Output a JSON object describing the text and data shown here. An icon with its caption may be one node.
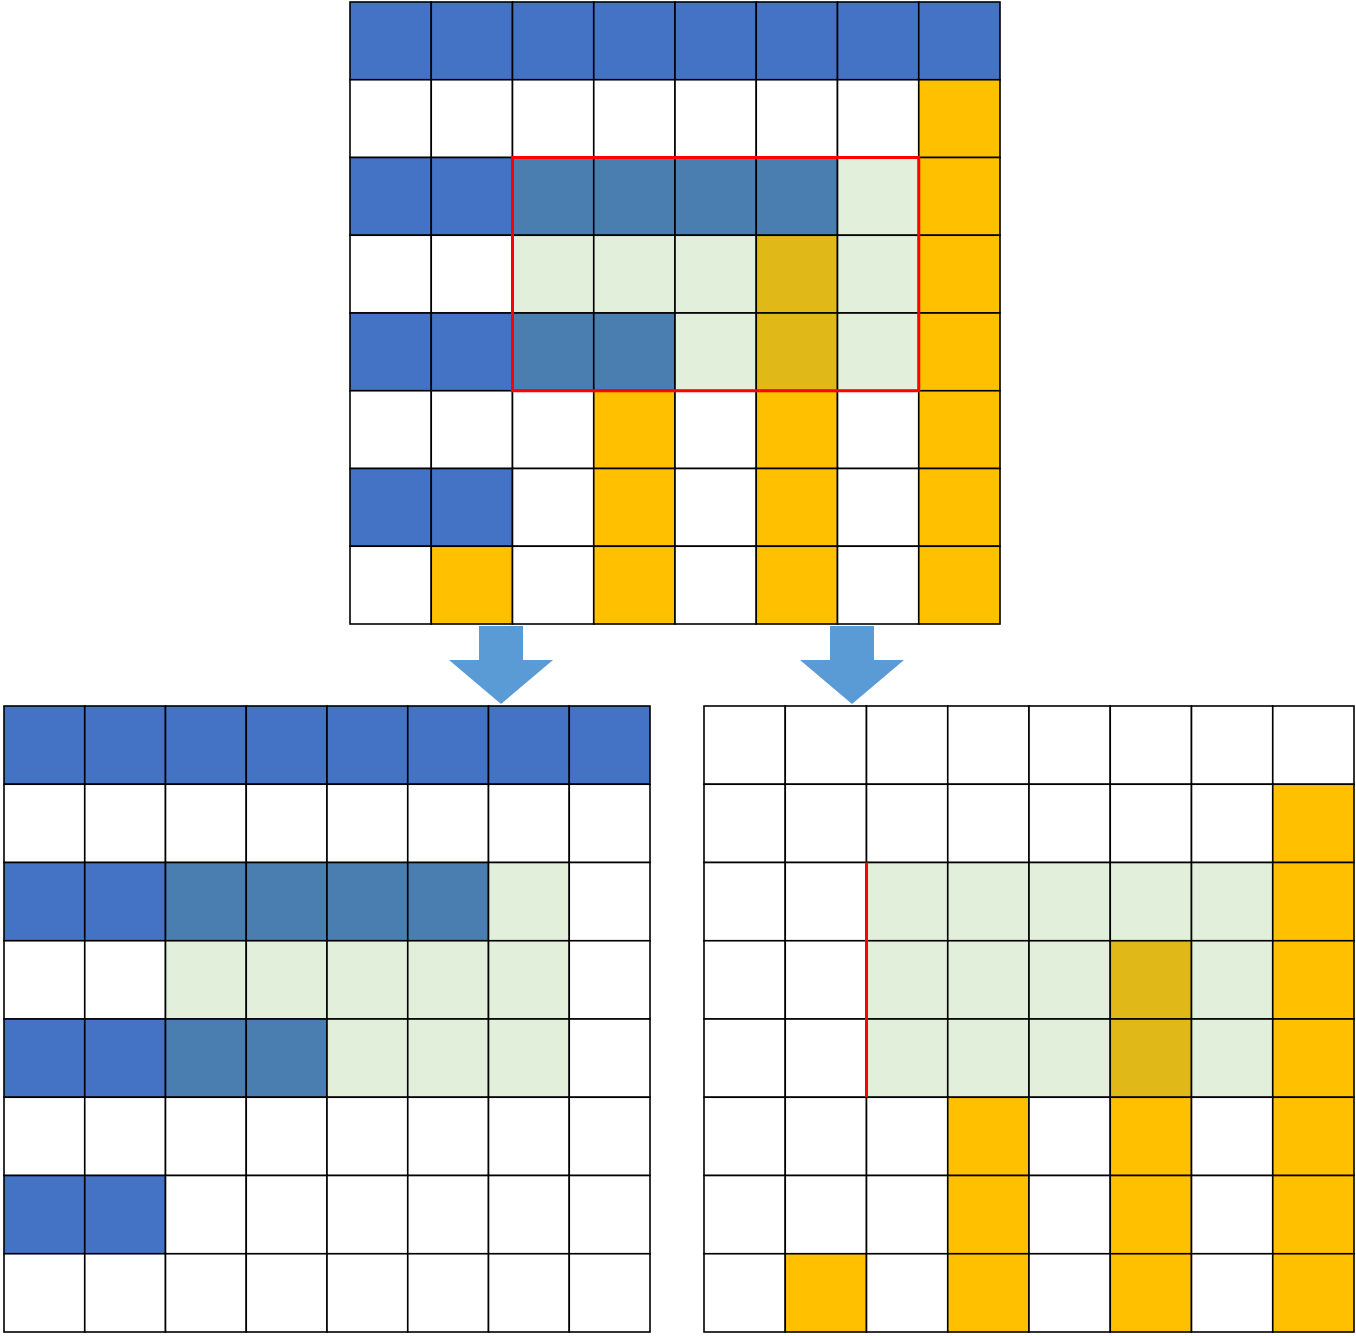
{
  "diagram": {
    "nodes": [
      {
        "text": [],
        "shape": "grid"
      },
      {
        "text": [],
        "shape": "grid"
      },
      {
        "text": [],
        "shape": "grid"
      }
    ],
    "edges": [
      {
        "from": 0,
        "to": 1,
        "arrow": "to"
      },
      {
        "from": 0,
        "to": 2,
        "arrow": "to"
      }
    ]
  }
}
